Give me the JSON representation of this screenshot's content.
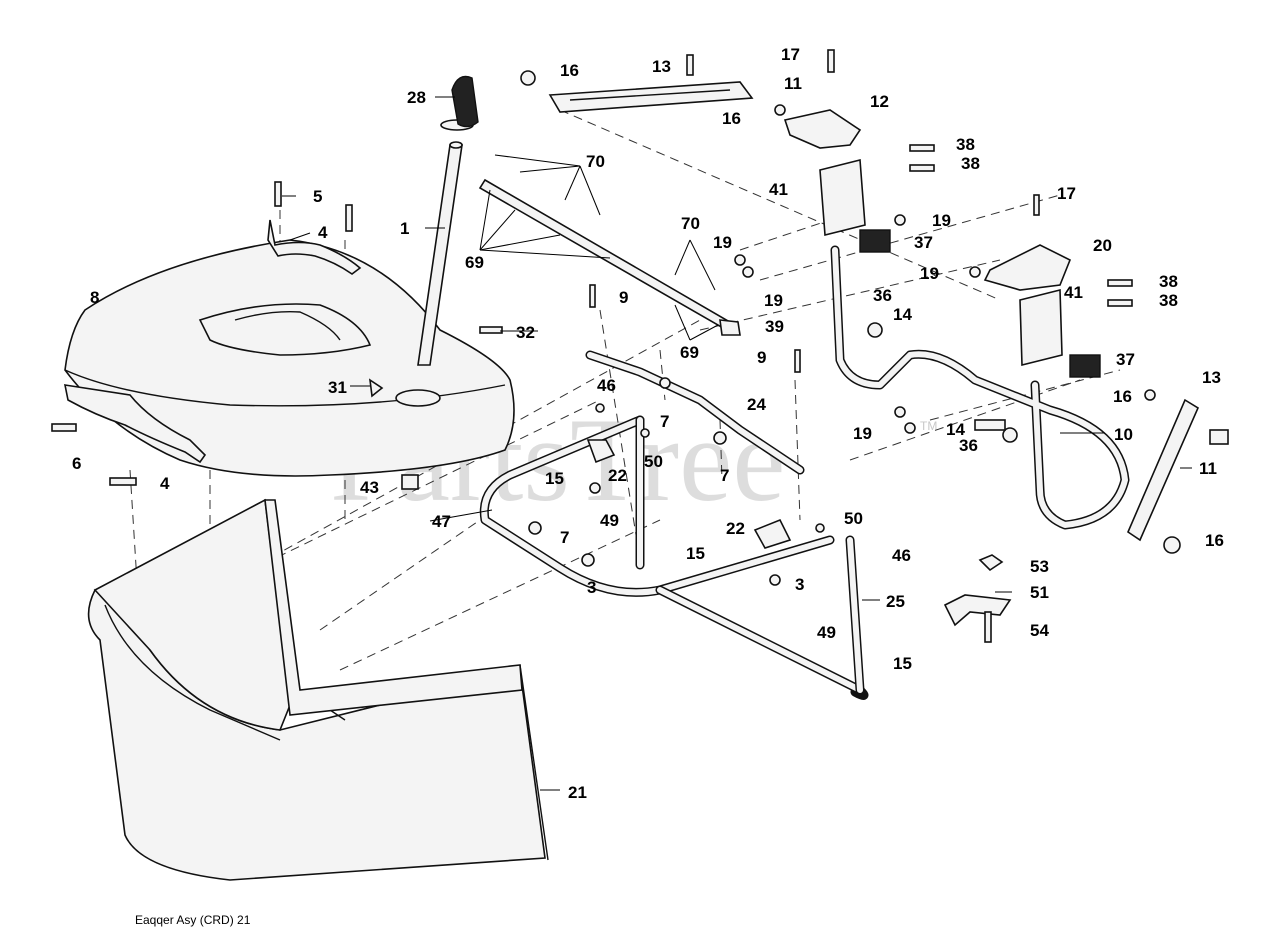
{
  "watermark": {
    "text": "PartsTree",
    "tm": "TM"
  },
  "caption": "Eaqqer Asy (CRD)  21",
  "callouts": [
    {
      "id": "c1",
      "text": "1"
    },
    {
      "id": "c3a",
      "text": "3"
    },
    {
      "id": "c3b",
      "text": "3"
    },
    {
      "id": "c4a",
      "text": "4"
    },
    {
      "id": "c4b",
      "text": "4"
    },
    {
      "id": "c5",
      "text": "5"
    },
    {
      "id": "c6",
      "text": "6"
    },
    {
      "id": "c7a",
      "text": "7"
    },
    {
      "id": "c7b",
      "text": "7"
    },
    {
      "id": "c7c",
      "text": "7"
    },
    {
      "id": "c8",
      "text": "8"
    },
    {
      "id": "c9a",
      "text": "9"
    },
    {
      "id": "c9b",
      "text": "9"
    },
    {
      "id": "c10",
      "text": "10"
    },
    {
      "id": "c11a",
      "text": "11"
    },
    {
      "id": "c11b",
      "text": "11"
    },
    {
      "id": "c12",
      "text": "12"
    },
    {
      "id": "c13a",
      "text": "13"
    },
    {
      "id": "c13b",
      "text": "13"
    },
    {
      "id": "c14a",
      "text": "14"
    },
    {
      "id": "c14b",
      "text": "14"
    },
    {
      "id": "c15a",
      "text": "15"
    },
    {
      "id": "c15b",
      "text": "15"
    },
    {
      "id": "c15c",
      "text": "15"
    },
    {
      "id": "c16a",
      "text": "16"
    },
    {
      "id": "c16b",
      "text": "16"
    },
    {
      "id": "c16c",
      "text": "16"
    },
    {
      "id": "c16d",
      "text": "16"
    },
    {
      "id": "c17a",
      "text": "17"
    },
    {
      "id": "c17b",
      "text": "17"
    },
    {
      "id": "c19a",
      "text": "19"
    },
    {
      "id": "c19b",
      "text": "19"
    },
    {
      "id": "c19c",
      "text": "19"
    },
    {
      "id": "c19d",
      "text": "19"
    },
    {
      "id": "c19e",
      "text": "19"
    },
    {
      "id": "c20",
      "text": "20"
    },
    {
      "id": "c21",
      "text": "21"
    },
    {
      "id": "c22a",
      "text": "22"
    },
    {
      "id": "c22b",
      "text": "22"
    },
    {
      "id": "c24",
      "text": "24"
    },
    {
      "id": "c25",
      "text": "25"
    },
    {
      "id": "c28",
      "text": "28"
    },
    {
      "id": "c31",
      "text": "31"
    },
    {
      "id": "c32",
      "text": "32"
    },
    {
      "id": "c36a",
      "text": "36"
    },
    {
      "id": "c36b",
      "text": "36"
    },
    {
      "id": "c37a",
      "text": "37"
    },
    {
      "id": "c37b",
      "text": "37"
    },
    {
      "id": "c38a",
      "text": "38"
    },
    {
      "id": "c38b",
      "text": "38"
    },
    {
      "id": "c38c",
      "text": "38"
    },
    {
      "id": "c38d",
      "text": "38"
    },
    {
      "id": "c39",
      "text": "39"
    },
    {
      "id": "c41a",
      "text": "41"
    },
    {
      "id": "c41b",
      "text": "41"
    },
    {
      "id": "c43",
      "text": "43"
    },
    {
      "id": "c46a",
      "text": "46"
    },
    {
      "id": "c46b",
      "text": "46"
    },
    {
      "id": "c47",
      "text": "47"
    },
    {
      "id": "c49a",
      "text": "49"
    },
    {
      "id": "c49b",
      "text": "49"
    },
    {
      "id": "c50a",
      "text": "50"
    },
    {
      "id": "c50b",
      "text": "50"
    },
    {
      "id": "c51",
      "text": "51"
    },
    {
      "id": "c53",
      "text": "53"
    },
    {
      "id": "c54",
      "text": "54"
    },
    {
      "id": "c69a",
      "text": "69"
    },
    {
      "id": "c69b",
      "text": "69"
    },
    {
      "id": "c70a",
      "text": "70"
    },
    {
      "id": "c70b",
      "text": "70"
    }
  ]
}
